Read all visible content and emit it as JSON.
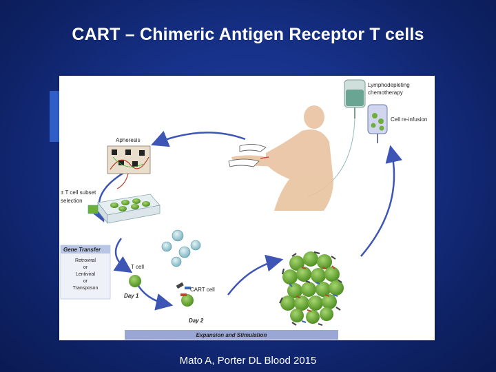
{
  "slide": {
    "title": "CART – Chimeric Antigen Receptor T cells",
    "citation": "Mato A, Porter DL Blood 2015"
  },
  "diagram": {
    "lymphodepleting_line1": "Lymphodepleting",
    "lymphodepleting_line2": "chemotherapy",
    "cell_reinfusion": "Cell re-infusion",
    "apheresis": "Apheresis",
    "subset_line1": "± T cell subset",
    "subset_line2": "selection",
    "gene_transfer_title": "Gene Transfer",
    "gene_retroviral": "Retroviral",
    "gene_or1": "or",
    "gene_lentiviral": "Lentiviral",
    "gene_or2": "or",
    "gene_transposon": "Transposon",
    "t_cell": "T cell",
    "day1": "Day 1",
    "cart_cell": "CART cell",
    "day2": "Day 2",
    "expansion": "Expansion and Stimulation"
  },
  "colors": {
    "background": "#17328a",
    "accent_block": "#2f5fc6",
    "gene_transfer_header": "#b9c5e4",
    "expansion_bar": "#9aa6d4",
    "cell_green": "#6fae3a",
    "arrow_blue": "#3d55b5",
    "skin": "#e8c3a0"
  }
}
